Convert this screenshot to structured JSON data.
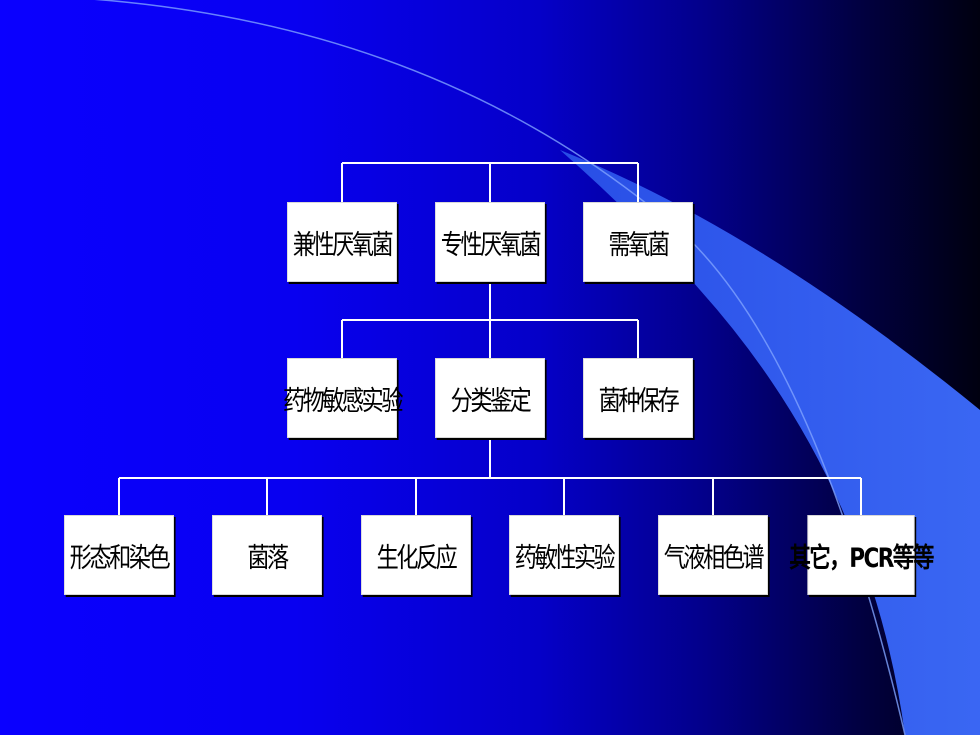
{
  "colors": {
    "background_left": "#0a00ff",
    "background_right": "#000010",
    "swoosh": "#3366ff",
    "node_fill": "#ffffff",
    "connector": "#ffffff",
    "text": "#000000"
  },
  "diagram": {
    "row1": [
      "兼性厌氧菌",
      "专性厌氧菌",
      "需氧菌"
    ],
    "row2": [
      "药物敏感实验",
      "分类鉴定",
      "菌种保存"
    ],
    "row3": [
      "形态和染色",
      "菌落",
      "生化反应",
      "药敏性实验",
      "气液相色谱",
      "其它，PCR等等"
    ]
  }
}
